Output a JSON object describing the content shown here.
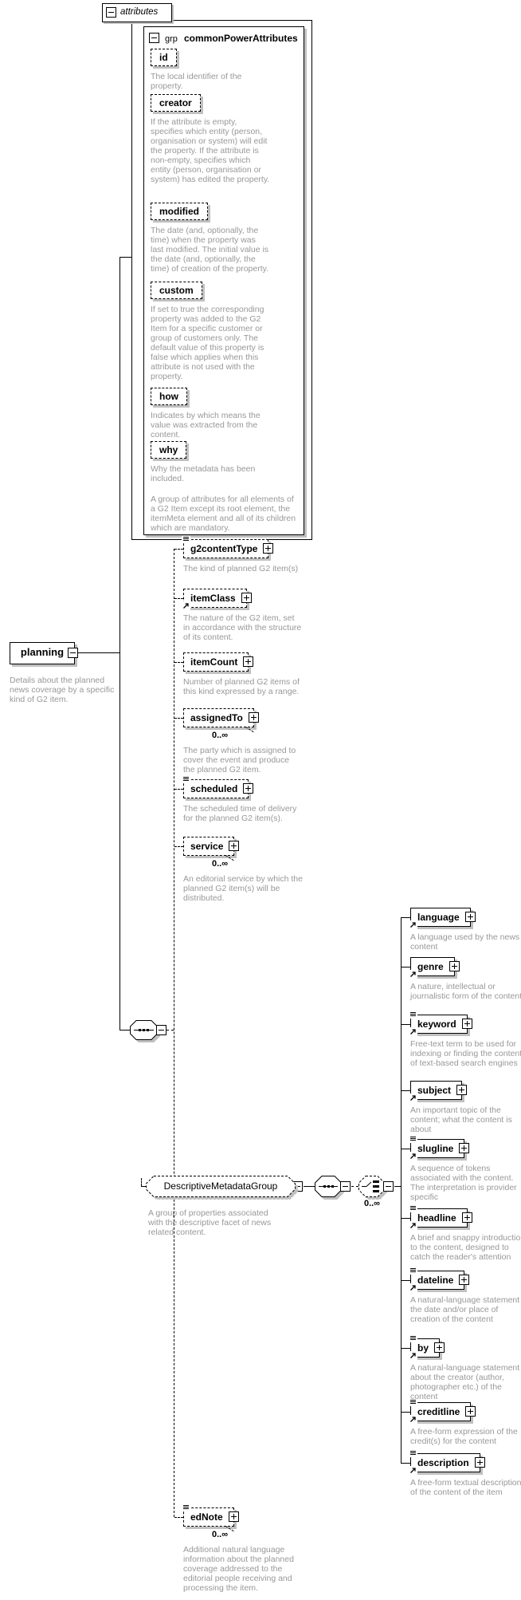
{
  "attributes_panel": {
    "label": "attributes",
    "group": {
      "prefix": "grp",
      "name": "commonPowerAttributes",
      "annotation": "A group of attributes for all elements of a G2 Item except its root element, the itemMeta element and all of its children which are mandatory.",
      "attributes": [
        {
          "name": "id",
          "annotation": "The local identifier of the property."
        },
        {
          "name": "creator",
          "annotation": "If the attribute is empty, specifies which entity (person, organisation or system) will edit the property. If the attribute is non-empty, specifies which entity (person, organisation or system) has edited the property."
        },
        {
          "name": "modified",
          "annotation": "The date (and, optionally, the time) when the property was last modified. The initial value is the date (and, optionally, the time) of creation of the property."
        },
        {
          "name": "custom",
          "annotation": "If set to true the corresponding property was added to the G2 Item for a specific customer or group of customers only. The default value of this property is false which applies when this attribute is not used with the property."
        },
        {
          "name": "how",
          "annotation": "Indicates by which means the value was extracted from the content."
        },
        {
          "name": "why",
          "annotation": "Why the metadata has been included."
        }
      ]
    }
  },
  "root_element": {
    "name": "planning",
    "annotation": "Details about the planned news coverage by a specific kind of G2 item."
  },
  "children": [
    {
      "name": "g2contentType",
      "optional": true,
      "icons": [
        "notes-icon"
      ],
      "annotation": "The kind of planned G2 item(s)"
    },
    {
      "name": "itemClass",
      "optional": true,
      "icons": [
        "ref-arrow-icon"
      ],
      "annotation": "The nature of the G2 item, set in accordance with the structure of its content."
    },
    {
      "name": "itemCount",
      "optional": true,
      "icons": [],
      "annotation": "Number of planned G2 items of this kind expressed by a range."
    },
    {
      "name": "assignedTo",
      "optional": true,
      "icons": [],
      "cardinality": "0..∞",
      "annotation": "The party which is assigned to cover the event and produce the planned G2 item."
    },
    {
      "name": "scheduled",
      "optional": true,
      "icons": [
        "notes-icon"
      ],
      "annotation": "The scheduled time of delivery for the planned G2 item(s)."
    },
    {
      "name": "service",
      "optional": true,
      "icons": [],
      "cardinality": "0..∞",
      "annotation": "An editorial service by which the planned G2 item(s) will be distributed."
    },
    {
      "name": "edNote",
      "optional": true,
      "icons": [
        "notes-icon"
      ],
      "cardinality": "0..∞",
      "annotation": "Additional natural language information about the planned coverage addressed to the editorial people receiving and processing the item."
    }
  ],
  "group_ref": {
    "name": "DescriptiveMetadataGroup",
    "optional": true,
    "cardinality": "0..∞",
    "annotation": "A group of properties associated with the descriptive facet of news related content."
  },
  "group_children": [
    {
      "name": "language",
      "icons": [
        "ref-arrow-icon"
      ],
      "annotation": "A language used by the news content"
    },
    {
      "name": "genre",
      "icons": [
        "ref-arrow-icon"
      ],
      "annotation": "A nature, intellectual or journalistic form of the content"
    },
    {
      "name": "keyword",
      "icons": [
        "notes-icon",
        "ref-arrow-icon"
      ],
      "annotation": "Free-text term to be used for indexing or finding the content of text-based search engines"
    },
    {
      "name": "subject",
      "icons": [
        "ref-arrow-icon"
      ],
      "annotation": "An important topic of the content; what the content is about"
    },
    {
      "name": "slugline",
      "icons": [
        "notes-icon",
        "ref-arrow-icon"
      ],
      "annotation": "A sequence of tokens associated with the content. The interpretation is provider specific"
    },
    {
      "name": "headline",
      "icons": [
        "notes-icon",
        "ref-arrow-icon"
      ],
      "annotation": "A brief and snappy introduction to the content, designed to catch the reader's attention"
    },
    {
      "name": "dateline",
      "icons": [
        "notes-icon",
        "ref-arrow-icon"
      ],
      "annotation": "A natural-language statement of the date and/or place of creation of the content"
    },
    {
      "name": "by",
      "icons": [
        "notes-icon",
        "ref-arrow-icon"
      ],
      "annotation": "A natural-language statement about the creator (author, photographer etc.) of the content"
    },
    {
      "name": "creditline",
      "icons": [
        "notes-icon",
        "ref-arrow-icon"
      ],
      "annotation": "A free-form expression of the credit(s) for the content"
    },
    {
      "name": "description",
      "icons": [
        "notes-icon",
        "ref-arrow-icon"
      ],
      "annotation": "A free-form textual description of the content of the item"
    }
  ],
  "colors": {
    "line": "#000000",
    "annotation_text": "#989898",
    "shadow": "#c0c0c0",
    "background": "#ffffff"
  }
}
